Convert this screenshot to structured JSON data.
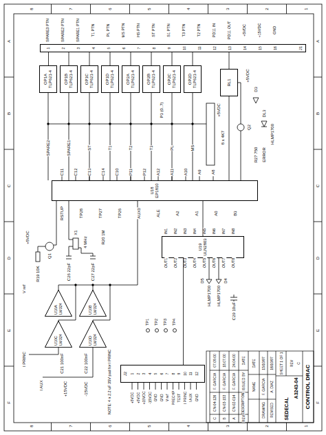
{
  "diagram": {
    "title": "CONTROL DRAC",
    "nodes": [
      {
        "text": [
          "J1"
        ]
      },
      {
        "text": [
          "OP1A",
          "TLP621-4"
        ]
      },
      {
        "text": [
          "OP1B",
          "TLP621-4"
        ]
      },
      {
        "text": [
          "OP1C",
          "TLP621-4"
        ]
      },
      {
        "text": [
          "OP1D",
          "TLP621-4"
        ]
      },
      {
        "text": [
          "OP2A",
          "TLP621-4"
        ]
      },
      {
        "text": [
          "OP2B",
          "TLP621-4"
        ]
      },
      {
        "text": [
          "OP2C",
          "TLP621-4"
        ]
      },
      {
        "text": [
          "OP2D",
          "TLP621-4"
        ]
      },
      {
        "text": [
          "RL1"
        ]
      },
      {
        "text": [
          "U18",
          "EP1810"
        ]
      },
      {
        "text": [
          "U19",
          "ULN2803"
        ]
      },
      {
        "text": [
          "U10A",
          "LM324"
        ]
      },
      {
        "text": [
          "U10B",
          "LM324"
        ]
      },
      {
        "text": [
          "U10C",
          "LM324"
        ]
      },
      {
        "text": [
          "U10D",
          "LM324"
        ]
      },
      {
        "text": [
          "J2"
        ]
      }
    ],
    "edges": [
      {
        "from": 1,
        "to": 0,
        "arrow": "none"
      },
      {
        "from": 2,
        "to": 0,
        "arrow": "none"
      },
      {
        "from": 3,
        "to": 0,
        "arrow": "none"
      },
      {
        "from": 4,
        "to": 0,
        "arrow": "none"
      },
      {
        "from": 5,
        "to": 0,
        "arrow": "none"
      },
      {
        "from": 6,
        "to": 0,
        "arrow": "none"
      },
      {
        "from": 7,
        "to": 0,
        "arrow": "none"
      },
      {
        "from": 8,
        "to": 0,
        "arrow": "none"
      },
      {
        "from": 10,
        "to": 11,
        "arrow": "none"
      },
      {
        "from": 10,
        "to": 9,
        "arrow": "none"
      },
      {
        "from": 9,
        "to": 0,
        "arrow": "none"
      },
      {
        "from": 11,
        "to": 16,
        "arrow": "none"
      }
    ],
    "labels": [
      "A",
      "B",
      "C",
      "D",
      "E",
      "F",
      "A",
      "B",
      "C",
      "D",
      "E",
      "F",
      "1",
      "2",
      "3",
      "4",
      "5",
      "6",
      "7",
      "8",
      "1",
      "2",
      "3",
      "4",
      "5",
      "6",
      "7",
      "8",
      "SPARE3 PTN",
      "SPARE2 PTN",
      "SPARE1 PTN",
      "T1 PTN",
      "PL PTN",
      "MS PTN",
      "HS PTN",
      "ST PTN",
      "S1 PTN",
      "T3 PTN",
      "T2 PTN",
      "PD11 IN",
      "PD11 OUT",
      "+5VDC",
      "+15VDC",
      "GND",
      "1",
      "2",
      "3",
      "4",
      "5",
      "6",
      "7",
      "8",
      "9",
      "10",
      "11",
      "12",
      "13",
      "14",
      "15",
      "16",
      "SPARE2",
      "SPARE1",
      "ST",
      "T1",
      "T2",
      "T3",
      "PL",
      "MS",
      "C11",
      "C12",
      "C13",
      "C14",
      "C10",
      "P11",
      "P12",
      "A12",
      "A11",
      "A10",
      "A9",
      "A8",
      "RSTUP",
      "TP28",
      "TP27",
      "TP26",
      "AUX0",
      "ALE",
      "A2",
      "A1",
      "A0",
      "B3",
      "IN1",
      "IN2",
      "IN3",
      "IN4",
      "IN5",
      "IN6",
      "IN7",
      "IN8",
      "OUT1",
      "OUT2",
      "OUT3",
      "OUT4",
      "OUT5",
      "OUT6",
      "OUT7",
      "OUT8",
      "TP1",
      "TP2",
      "TP3",
      "TP4",
      "+5VDC",
      "+5VDC",
      "+15VDC",
      "-15VDC",
      "GND",
      "GND",
      "V ref",
      "PRECHP",
      "TEST",
      "I PRINC",
      "I AUX",
      "GND",
      "1",
      "2",
      "3",
      "4",
      "5",
      "6",
      "7",
      "8",
      "9",
      "10",
      "11",
      "12",
      "8 x 4K7",
      "P3 (0..7)",
      "+5VDC",
      "Q2",
      "+5VDC",
      "D3",
      "DL3",
      "HLMP1700",
      "ERROR",
      "R27 750",
      "+5VDC",
      "Q1",
      "R19 10K",
      "X1",
      "4 MHz",
      "C26 22pF",
      "C27 22pF",
      "R20 1M",
      "V ref",
      "I PRINC",
      "I AUX",
      "C21 100nF",
      "C22 100nF",
      "+15VDC",
      "-15VDC",
      "D4",
      "D5",
      "HLMP1700",
      "HLMP1700",
      "C29 10uF",
      "NOTE: 4 x 2.2 uF 35V pad for I PRINC",
      "C",
      "CN-04-126",
      "F. GARCIA",
      "07.09.00",
      "B",
      "CN-03-153",
      "F. GARCIA",
      "18.07.00",
      "A",
      "CN-02-014",
      "F. GARCIA",
      "24.04.00",
      "REV",
      "DESCRIPTION",
      "ISSUED BY",
      "DATE",
      "NAME",
      "DATE",
      "DRAWING",
      "F. GARCIA",
      "15/10/97",
      "REVISED",
      "A. DIAZ",
      "16/10/97",
      "SEDECAL",
      "SHEET 1 OF 1",
      "A3243-04",
      "REV",
      "C"
    ]
  }
}
